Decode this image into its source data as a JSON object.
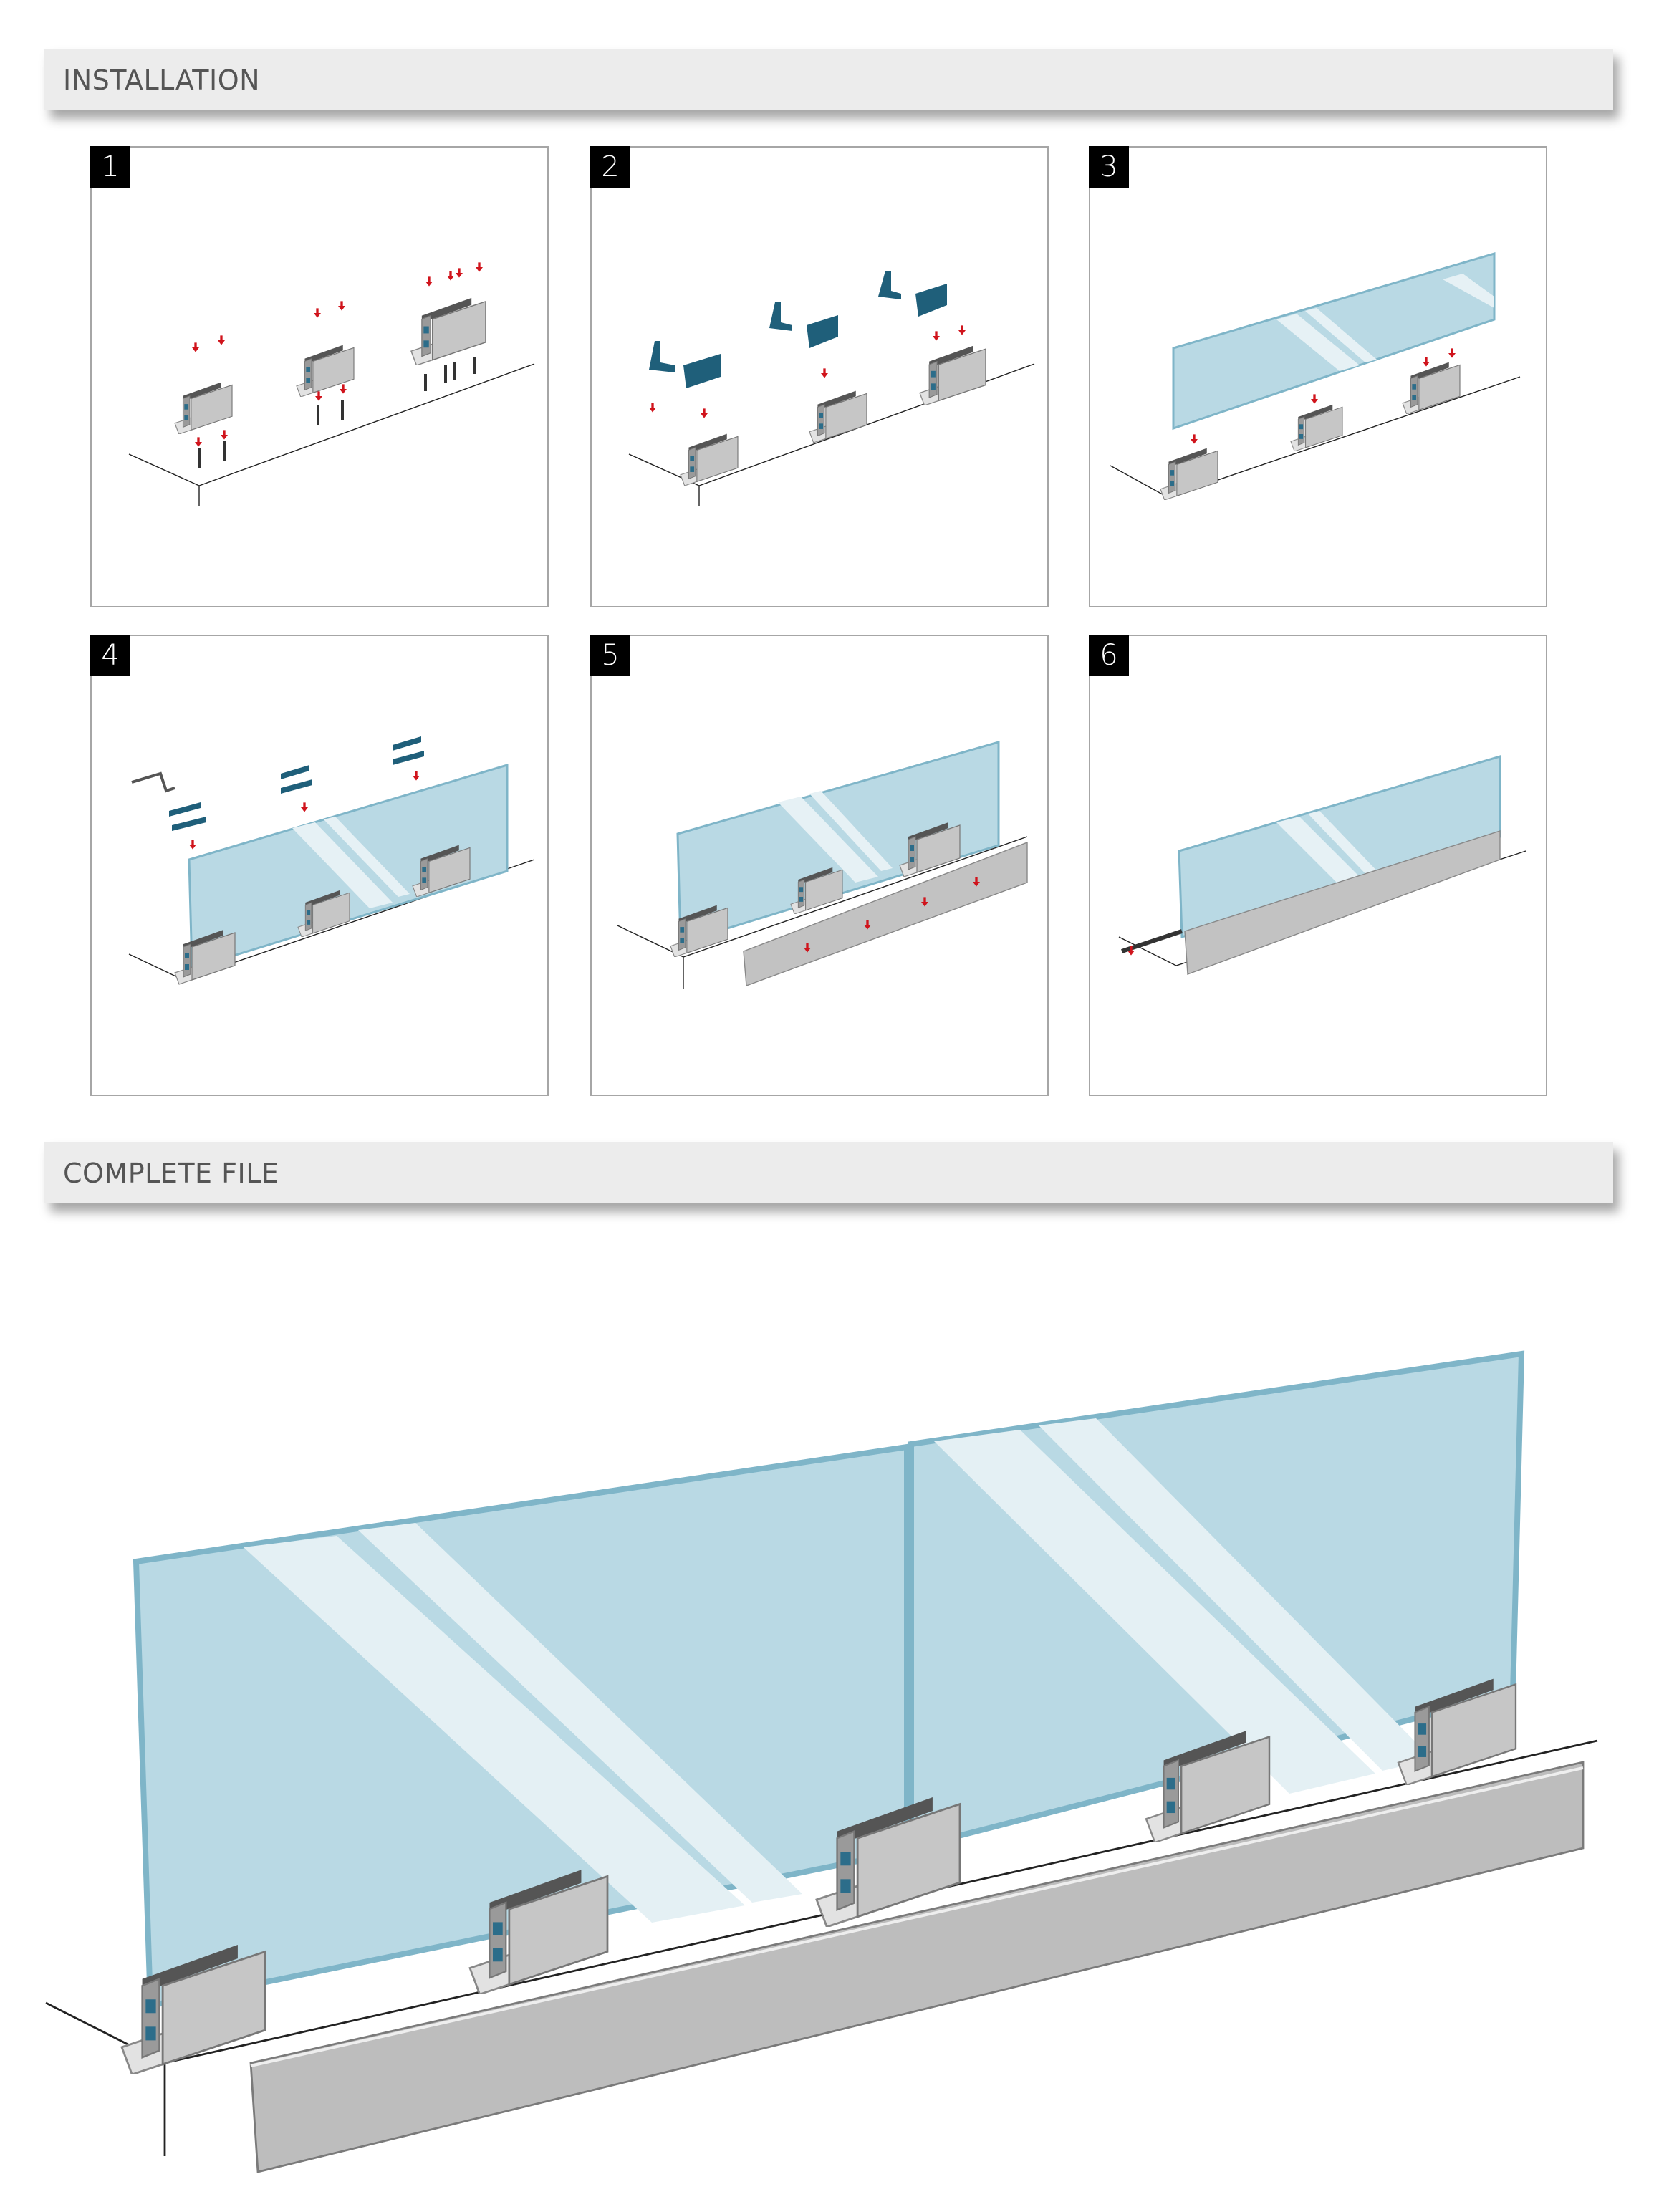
{
  "sections": {
    "installation": {
      "title": "INSTALLATION"
    },
    "complete": {
      "title": "COMPLETE FILE"
    }
  },
  "steps": [
    {
      "number": "1"
    },
    {
      "number": "2"
    },
    {
      "number": "3"
    },
    {
      "number": "4"
    },
    {
      "number": "5"
    },
    {
      "number": "6"
    }
  ],
  "colors": {
    "glass": "#b9d9e4",
    "glass_edge": "#7fb5c8",
    "clamp": "#c6c6c6",
    "arrow": "#d0141c",
    "gasket": "#1f5f7a"
  }
}
